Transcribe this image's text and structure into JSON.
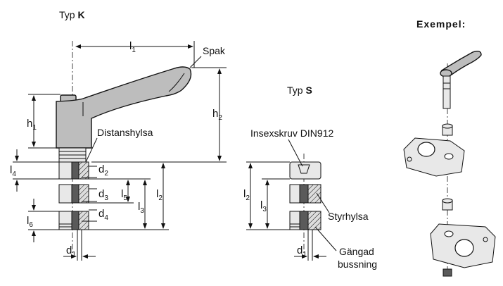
{
  "typ_k": {
    "prefix": "Typ ",
    "letter": "K"
  },
  "typ_s": {
    "prefix": "Typ ",
    "letter": "S"
  },
  "exempel": "Exempel:",
  "callouts": {
    "spak": "Spak",
    "distanshylsa": "Distanshylsa",
    "insexskruv": "Insexskruv DIN912",
    "styrhylsa": "Styrhylsa",
    "gangad_line1": "Gängad",
    "gangad_line2": "bussning"
  },
  "dims": {
    "l": "l",
    "h": "h",
    "d": "d",
    "s1": "1",
    "s2": "2",
    "s3": "3",
    "s4": "4",
    "s5": "5",
    "s6": "6"
  }
}
